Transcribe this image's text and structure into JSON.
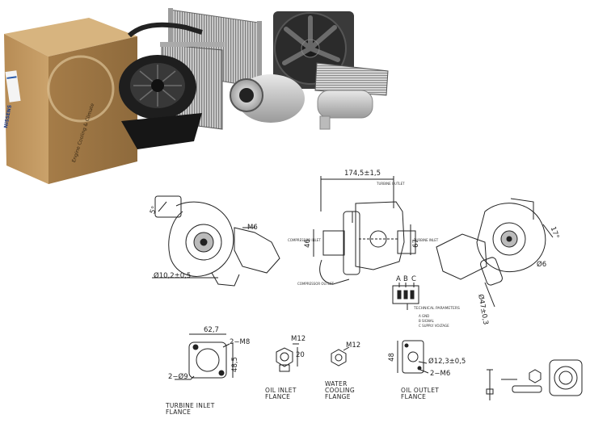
{
  "photo": {
    "box_brand": "NISSENS",
    "box_tagline": "Engine Cooling & Climate"
  },
  "drawing": {
    "dim_top_length": "174,5±1,5",
    "dim_side_46": "46",
    "dim_side_67": "67",
    "dim_angle_5": "5°",
    "dim_angle_17": "17°",
    "dim_m6": "M6",
    "dim_dia_10": "Ø10,2±0,5",
    "dim_dia_6": "Ø6",
    "dim_dia_47": "Ø47±0,3",
    "connector_pins": [
      "A",
      "B",
      "C"
    ],
    "technical_parameters": "TECHNICAL PARAMETERS",
    "tiny_labels": [
      "TURBINE OUTLET",
      "COMPRESSOR INLET",
      "TURBINE INLET",
      "COMPRESSOR OUTLET"
    ],
    "params": [
      "A  GND",
      "B  SIGNAL",
      "C  SUPPLY VOLTAGE"
    ]
  },
  "flanges": {
    "turbine_inlet": {
      "dim_62": "62,7",
      "dim_2m8": "2−M8",
      "dim_2d9": "2−Ø9",
      "dim_48": "48,5",
      "caption": "TURBINE INLET\nFLANCE"
    },
    "oil_inlet": {
      "dim_m12": "M12",
      "dim_20": "20",
      "caption": "OIL INLET\nFLANCE"
    },
    "water_cooling": {
      "dim_m12": "M12",
      "caption": "WATER\nCOOLING\nFLANGE"
    },
    "oil_outlet": {
      "dim_48": "48",
      "dim_dia": "Ø12,3±0,5",
      "dim_2m6": "2−M6",
      "caption": "OIL OUTLET\nFLANCE"
    }
  }
}
